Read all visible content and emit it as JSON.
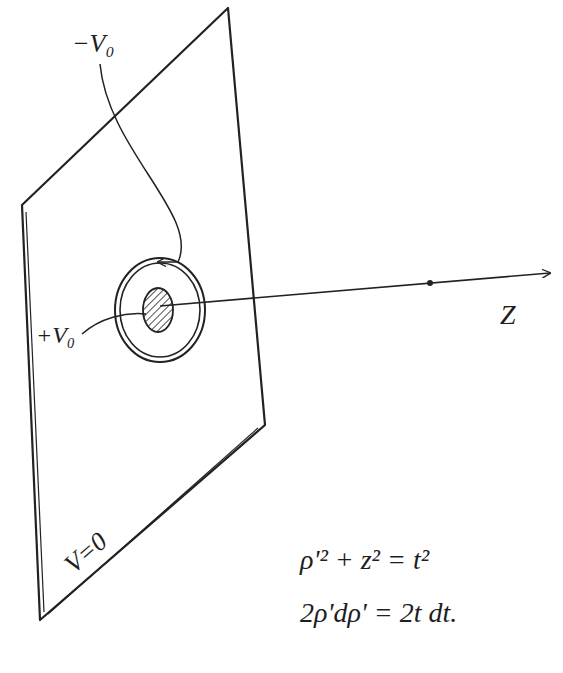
{
  "diagram": {
    "labels": [
      "−V₀",
      "+V₀",
      "Z",
      "V=0",
      "ρ'² + z² = t²",
      "2ρ'dρ' = 2t dt."
    ]
  }
}
